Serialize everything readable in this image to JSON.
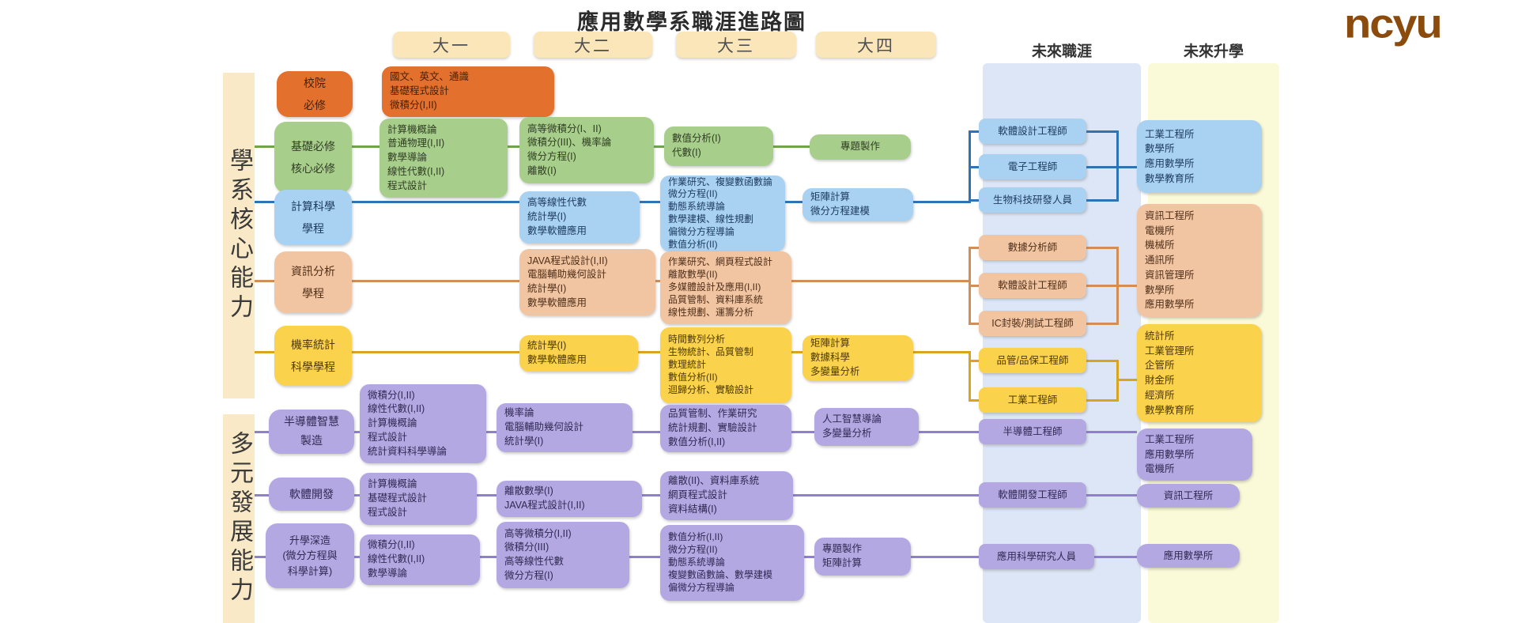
{
  "title": "應用數學系職涯進路圖",
  "logo_text": "ncyu",
  "column_headers": [
    "大一",
    "大二",
    "大三",
    "大四"
  ],
  "future_career_header": "未來職涯",
  "future_study_header": "未來升學",
  "side_labels": {
    "core": "學系核心能力",
    "diverse": "多元發展能力"
  },
  "colors": {
    "orange": "#e3702d",
    "green": "#a8ce8c",
    "blue": "#a8d1f2",
    "peach": "#f1c5a2",
    "yellow": "#fbd24b",
    "purple": "#b4a8e3",
    "cream": "#fbe6b9",
    "career_band": "#dde6f6",
    "study_band": "#fafad8",
    "line_green": "#6fa44e",
    "line_blue": "#2e74b5",
    "line_peach": "#d28e55",
    "line_yellow": "#d9a51e",
    "line_purple": "#8e7fd0",
    "logo_brown": "#8a4b0c"
  },
  "rows": [
    {
      "label": "校院\n必修",
      "y1": "國文、英文、通識\n基礎程式設計\n微積分(I,II)"
    },
    {
      "label": "基礎必修\n核心必修",
      "y1": "計算機概論\n普通物理(I,II)\n數學導論\n線性代數(I,II)\n程式設計",
      "y2": "高等微積分(I、II)\n微積分(III)、機率論\n微分方程(I)\n離散(I)",
      "y3": "數值分析(I)\n代數(I)",
      "y4": "專題製作",
      "careers": [
        "軟體設計工程師",
        "電子工程師",
        "生物科技研發人員"
      ],
      "studies": "工業工程所\n數學所\n應用數學所\n數學教育所"
    },
    {
      "label": "計算科學\n學程",
      "y2": "高等線性代數\n統計學(I)\n數學軟體應用",
      "y3": "作業研究、複變數函數論\n微分方程(II)\n動態系統導論\n數學建模、線性規劃\n偏微分方程導論\n數值分析(II)",
      "y4": "矩陣計算\n微分方程建模"
    },
    {
      "label": "資訊分析\n學程",
      "y2": "JAVA程式設計(I,II)\n電腦輔助幾何設計\n統計學(I)\n數學軟體應用",
      "y3": "作業研究、網頁程式設計\n離散數學(II)\n多媒體設計及應用(I,II)\n品質管制、資料庫系統\n線性規劃、運籌分析",
      "careers": [
        "數據分析師",
        "軟體設計工程師",
        "IC封裝/測試工程師"
      ],
      "studies": "資訊工程所\n電機所\n機械所\n通訊所\n資訊管理所\n數學所\n應用數學所"
    },
    {
      "label": "機率統計\n科學學程",
      "y2": "統計學(I)\n數學軟體應用",
      "y3": "時間數列分析\n生物統計、品質管制\n數理統計\n數值分析(II)\n迴歸分析、實驗設計",
      "y4": "矩陣計算\n數據科學\n多變量分析",
      "careers": [
        "品管/品保工程師",
        "工業工程師"
      ],
      "studies": "統計所\n工業管理所\n企管所\n財金所\n經濟所\n數學教育所"
    },
    {
      "label": "半導體智慧\n製造",
      "y1": "微積分(I,II)\n線性代數(I,II)\n計算機概論\n程式設計\n統計資料科學導論",
      "y2": "機率論\n電腦輔助幾何設計\n統計學(I)",
      "y3": "品質管制、作業研究\n統計規劃、實驗設計\n數值分析(I,II)",
      "y4": "人工智慧導論\n多變量分析",
      "careers": [
        "半導體工程師"
      ],
      "studies": "工業工程所\n應用數學所\n電機所"
    },
    {
      "label": "軟體開發",
      "y1": "計算機概論\n基礎程式設計\n程式設計",
      "y2": "離散數學(I)\nJAVA程式設計(I,II)",
      "y3": "離散(II)、資料庫系統\n網頁程式設計\n資料結構(I)",
      "careers": [
        "軟體開發工程師"
      ],
      "studies": "資訊工程所"
    },
    {
      "label": "升學深造\n(微分方程與\n科學計算)",
      "y1": "微積分(I,II)\n線性代數(I,II)\n數學導論",
      "y2": "高等微積分(I,II)\n微積分(III)\n高等線性代數\n微分方程(I)",
      "y3": "數值分析(I,II)\n微分方程(II)\n動態系統導論\n複變數函數論、數學建模\n偏微分方程導論",
      "y4": "專題製作\n矩陣計算",
      "careers": [
        "應用科學研究人員"
      ],
      "studies": "應用數學所"
    }
  ]
}
